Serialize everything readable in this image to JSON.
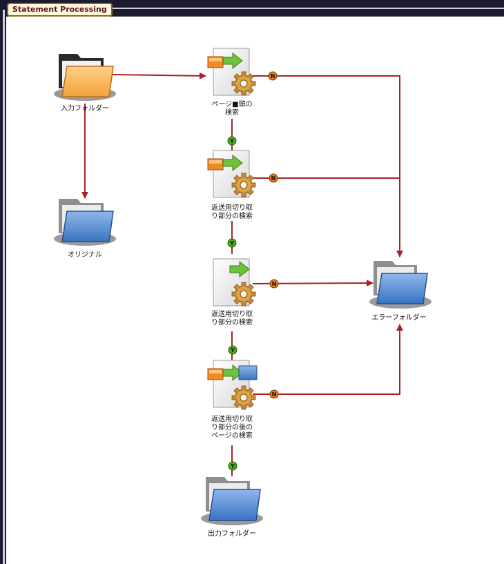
{
  "window": {
    "title": "Statement Processing"
  },
  "nodes": {
    "input_folder": {
      "label": "入力フォルダー"
    },
    "original": {
      "label": "オリジナル"
    },
    "step1": {
      "label": "ページ■頭の\n検索"
    },
    "step2": {
      "label": "返送用切り取\nり部分の検索"
    },
    "step3": {
      "label": "返送用切り取\nり部分の検索"
    },
    "step4": {
      "label": "返送用切り取\nり部分の後の\nページの検索"
    },
    "error_folder": {
      "label": "エラーフォルダー"
    },
    "output_folder": {
      "label": "出力フォルダー"
    }
  },
  "badges": {
    "yes": "Y",
    "no": "N"
  },
  "colors": {
    "connector": "#a82222",
    "yes_badge": "#4caa1e",
    "no_badge": "#e07b1e",
    "folder_orange": "#f6a443",
    "folder_blue": "#3f79c6"
  }
}
